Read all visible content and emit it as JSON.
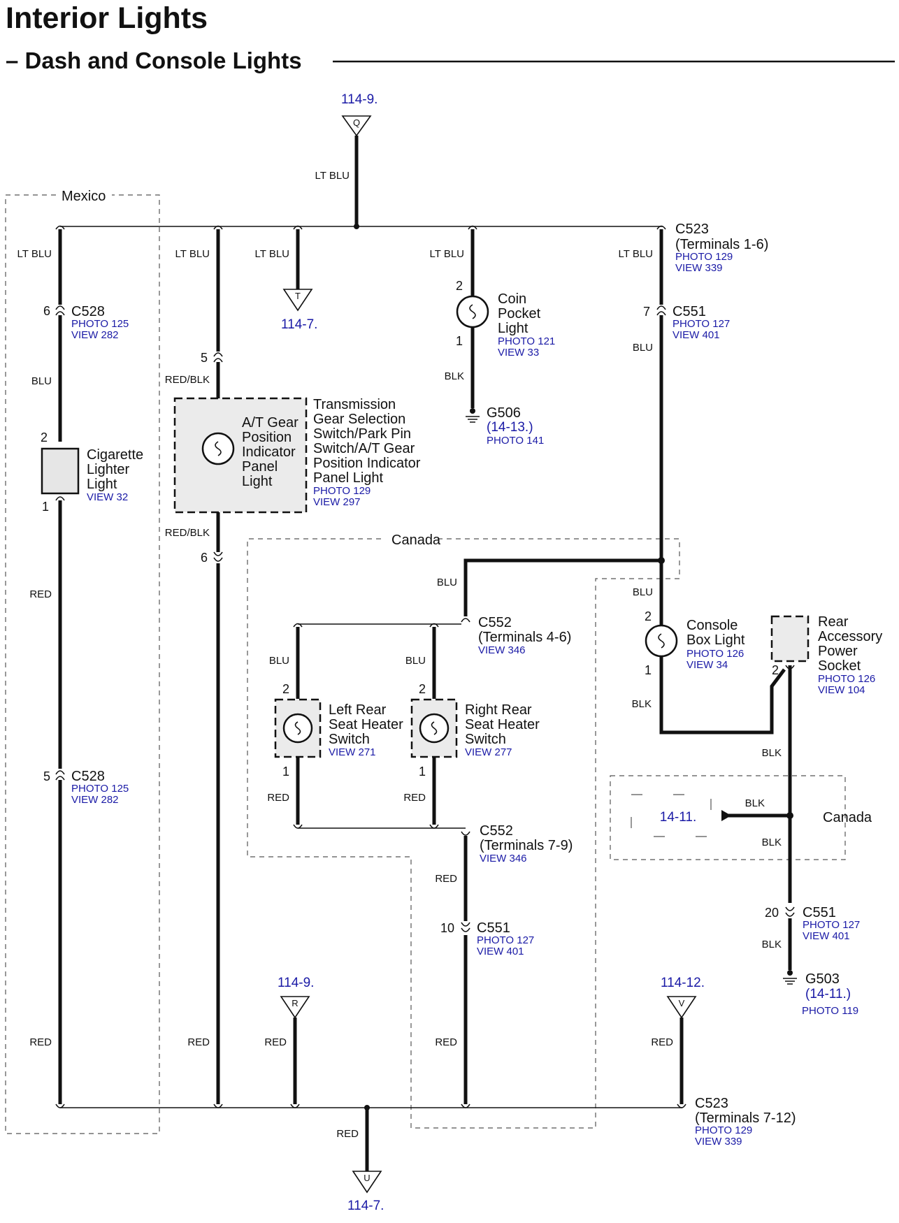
{
  "header": {
    "title": "Interior Lights",
    "subtitle": "– Dash and Console Lights"
  },
  "regions": {
    "mexico": "Mexico",
    "canada_1": "Canada",
    "canada_2": "Canada"
  },
  "wire_colors": {
    "lt_blu_q": "LT BLU",
    "lt_blu_1": "LT BLU",
    "lt_blu_2": "LT BLU",
    "lt_blu_3": "LT BLU",
    "lt_blu_4": "LT BLU",
    "lt_blu_5": "LT BLU",
    "blu_1": "BLU",
    "blu_2": "BLU",
    "blu_3": "BLU",
    "blu_4": "BLU",
    "blu_5": "BLU",
    "blu_6": "BLU",
    "red_blk_1": "RED/BLK",
    "red_blk_2": "RED/BLK",
    "blk_1": "BLK",
    "blk_2": "BLK",
    "blk_3": "BLK",
    "blk_4": "BLK",
    "blk_5": "BLK",
    "blk_6": "BLK",
    "red_1": "RED",
    "red_2": "RED",
    "red_3": "RED",
    "red_4": "RED",
    "red_5": "RED",
    "red_6": "RED",
    "red_7": "RED",
    "red_8": "RED",
    "red_9": "RED",
    "red_10": "RED"
  },
  "connectors": {
    "c523_top": {
      "name": "C523",
      "terminals": "(Terminals 1-6)",
      "photo": "PHOTO 129",
      "view": "VIEW 339"
    },
    "c528_upper": {
      "name": "C528",
      "pin": "6",
      "photo": "PHOTO 125",
      "view": "VIEW 282"
    },
    "c551_upper": {
      "name": "C551",
      "pin": "7",
      "photo": "PHOTO 127",
      "view": "VIEW 401"
    },
    "c552_upper": {
      "name": "C552",
      "terminals": "(Terminals 4-6)",
      "view": "VIEW 346"
    },
    "c552_lower": {
      "name": "C552",
      "terminals": "(Terminals 7-9)",
      "view": "VIEW 346"
    },
    "c528_lower": {
      "name": "C528",
      "pin": "5",
      "photo": "PHOTO 125",
      "view": "VIEW 282"
    },
    "c551_mid": {
      "name": "C551",
      "pin": "10",
      "photo": "PHOTO 127",
      "view": "VIEW 401"
    },
    "c551_right": {
      "name": "C551",
      "pin": "20",
      "photo": "PHOTO 127",
      "view": "VIEW 401"
    },
    "c523_bottom": {
      "name": "C523",
      "terminals": "(Terminals 7-12)",
      "photo": "PHOTO 129",
      "view": "VIEW 339"
    },
    "at_pin5": "5",
    "at_pin6": "6"
  },
  "components": {
    "cigarette": {
      "lines": [
        "Cigarette",
        "Lighter",
        "Light"
      ],
      "view": "VIEW 32",
      "pin_top": "2",
      "pin_bottom": "1"
    },
    "at_gear": {
      "inner": [
        "A/T Gear",
        "Position",
        "Indicator",
        "Panel",
        "Light"
      ],
      "outer": [
        "Transmission",
        "Gear Selection",
        "Switch/Park Pin",
        "Switch/A/T Gear",
        "Position Indicator",
        "Panel Light"
      ],
      "photo": "PHOTO 129",
      "view": "VIEW 297"
    },
    "coin": {
      "lines": [
        "Coin",
        "Pocket",
        "Light"
      ],
      "photo": "PHOTO 121",
      "view": "VIEW 33",
      "pin_top": "2",
      "pin_bottom": "1"
    },
    "left_heater": {
      "lines": [
        "Left Rear",
        "Seat Heater",
        "Switch"
      ],
      "view": "VIEW 271",
      "pin_top": "2",
      "pin_bottom": "1"
    },
    "right_heater": {
      "lines": [
        "Right Rear",
        "Seat Heater",
        "Switch"
      ],
      "view": "VIEW 277",
      "pin_top": "2",
      "pin_bottom": "1"
    },
    "console_box": {
      "lines": [
        "Console",
        "Box Light"
      ],
      "photo": "PHOTO 126",
      "view": "VIEW 34",
      "pin_top": "2",
      "pin_bottom": "1"
    },
    "rear_socket": {
      "lines": [
        "Rear",
        "Accessory",
        "Power",
        "Socket"
      ],
      "photo": "PHOTO 126",
      "view": "VIEW 104",
      "pin": "2"
    }
  },
  "grounds": {
    "g506": {
      "name": "G506",
      "ref": "(14-13.)",
      "photo": "PHOTO 141"
    },
    "g503": {
      "name": "G503",
      "ref": "(14-11.)",
      "photo": "PHOTO 119"
    }
  },
  "links": {
    "top_q": {
      "letter": "Q",
      "ref": "114-9."
    },
    "t_down": {
      "letter": "T",
      "ref": "114-7."
    },
    "r_link": {
      "letter": "R",
      "ref": "114-9."
    },
    "v_link": {
      "letter": "V",
      "ref": "114-12."
    },
    "u_bottom": {
      "letter": "U",
      "ref": "114-7."
    },
    "ref_1411": "14-11."
  }
}
